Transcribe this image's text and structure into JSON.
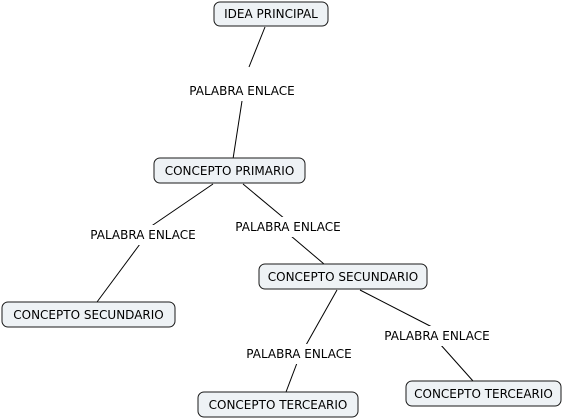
{
  "diagram": {
    "colors": {
      "node_fill": "#eef2f5",
      "node_border": "#1a1a1a",
      "line": "#000000",
      "text": "#000000"
    },
    "nodes": {
      "main_idea": "IDEA PRINCIPAL",
      "primary": "CONCEPTO PRIMARIO",
      "secondary_left": "CONCEPTO SECUNDARIO",
      "secondary_right": "CONCEPTO SECUNDARIO",
      "tertiary_left": "CONCEPTO TERCEARIO",
      "tertiary_right": "CONCEPTO TERCEARIO"
    },
    "link_words": {
      "main_to_primary": "PALABRA ENLACE",
      "primary_to_secondary_left": "PALABRA ENLACE",
      "primary_to_secondary_right": "PALABRA ENLACE",
      "secondary_to_tertiary_left": "PALABRA ENLACE",
      "secondary_to_tertiary_right": "PALABRA ENLACE"
    }
  }
}
